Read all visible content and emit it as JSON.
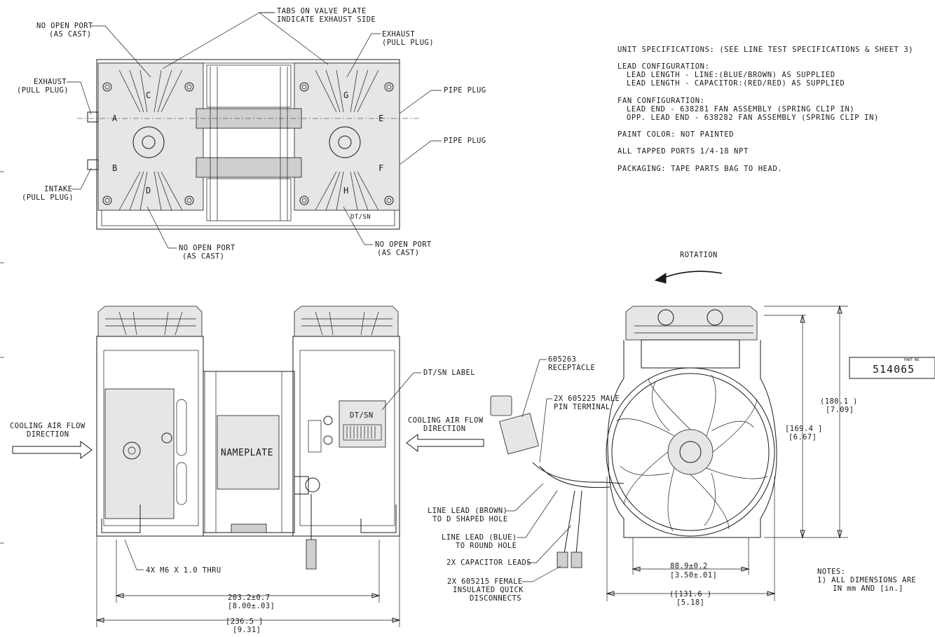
{
  "top_view": {
    "tabs_label_1": "TABS ON VALVE PLATE",
    "tabs_label_2": "INDICATE EXHAUST SIDE",
    "no_open_port_tl_1": "NO OPEN PORT",
    "no_open_port_tl_2": "(AS CAST)",
    "exhaust_right_1": "EXHAUST",
    "exhaust_right_2": "(PULL PLUG)",
    "exhaust_left_1": "EXHAUST",
    "exhaust_left_2": "(PULL PLUG)",
    "pipe_plug_1": "PIPE PLUG",
    "pipe_plug_2": "PIPE PLUG",
    "intake_1": "INTAKE",
    "intake_2": "(PULL PLUG)",
    "no_open_port_bl_1": "NO OPEN PORT",
    "no_open_port_bl_2": "(AS CAST)",
    "no_open_port_br_1": "NO OPEN PORT",
    "no_open_port_br_2": "(AS CAST)",
    "dtsn_small": "DT/SN",
    "port_letters": [
      "A",
      "B",
      "C",
      "D",
      "E",
      "F",
      "G",
      "H"
    ]
  },
  "specs": {
    "line1": "UNIT SPECIFICATIONS: (SEE LINE TEST SPECIFICATIONS & SHEET 3)",
    "line2": "LEAD CONFIGURATION:",
    "line3": "LEAD LENGTH - LINE:(BLUE/BROWN) AS SUPPLIED",
    "line4": "LEAD LENGTH - CAPACITOR:(RED/RED) AS SUPPLIED",
    "line5": "FAN CONFIGURATION:",
    "line6": "LEAD END - 638281 FAN ASSEMBLY (SPRING CLIP IN)",
    "line7": "OPP. LEAD END - 638282 FAN ASSEMBLY (SPRING CLIP IN)",
    "line8": "PAINT COLOR: NOT PAINTED",
    "line9": "ALL TAPPED PORTS 1/4-18 NPT",
    "line10": "PACKAGING: TAPE PARTS BAG TO HEAD."
  },
  "front_view": {
    "cooling_left_1": "COOLING AIR FLOW",
    "cooling_left_2": "DIRECTION",
    "nameplate": "NAMEPLATE",
    "dtsn": "DT/SN",
    "dtsn_label": "DT/SN LABEL",
    "cooling_right_1": "COOLING AIR FLOW",
    "cooling_right_2": "DIRECTION",
    "holes": "4X M6 X 1.0 THRU",
    "dim1_mm": "203.2±0.7",
    "dim1_in": "[8.00±.03]",
    "dim2_mm": "[236.5 ]",
    "dim2_in": "[9.31]"
  },
  "side_view": {
    "rotation": "ROTATION",
    "receptacle_1": "605263",
    "receptacle_2": "RECEPTACLE",
    "male_pin_1": "2X 605225 MALE",
    "male_pin_2": "PIN TERMINAL",
    "line_brown_1": "LINE LEAD (BROWN)",
    "line_brown_2": "TO D SHAPED HOLE",
    "line_blue_1": "LINE LEAD (BLUE)",
    "line_blue_2": "TO ROUND HOLE",
    "cap_leads": "2X CAPACITOR LEADS",
    "female_1": "2X 605215 FEMALE",
    "female_2": "INSULATED QUICK",
    "female_3": "DISCONNECTS",
    "dim_h1_mm": "(180.1 )",
    "dim_h1_in": "[7.09]",
    "dim_h2_mm": "[169.4 ]",
    "dim_h2_in": "[6.67]",
    "dim_w1_mm": "88.9±0.2",
    "dim_w1_in": "[3.50±.01]",
    "dim_w2_mm": "([131.6 )",
    "dim_w2_in": "[5.18]"
  },
  "part_no": {
    "caption": "PART NO.",
    "value": "514065"
  },
  "notes": {
    "title": "NOTES:",
    "line1": "1) ALL DIMENSIONS ARE",
    "line2": "IN mm AND [in.]"
  }
}
